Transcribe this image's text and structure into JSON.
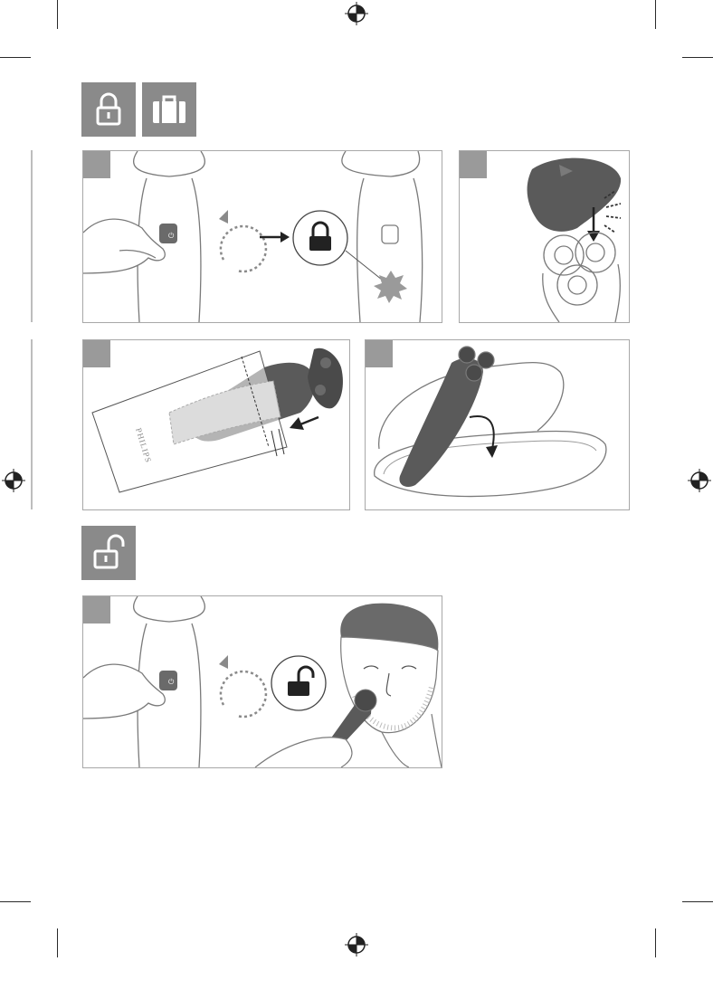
{
  "header_icons": {
    "locked": "padlock-closed-icon",
    "travel": "suitcase-icon"
  },
  "section_unlock": {
    "icon": "padlock-open-icon"
  },
  "steps": [
    {
      "name": "lock-activation",
      "power_symbol": "⏻"
    },
    {
      "name": "attach-protection-cap"
    },
    {
      "name": "insert-into-pouch",
      "brand": "PHILIPS"
    },
    {
      "name": "place-in-case"
    },
    {
      "name": "unlock-and-shave",
      "power_symbol": "⏻"
    }
  ],
  "colors": {
    "tile_gray": "#8a8a8a",
    "step_tab_gray": "#9a9a9a",
    "panel_border": "#a8a8a8",
    "device_dark": "#5a5a5a",
    "line_art": "#7a7a7a"
  }
}
